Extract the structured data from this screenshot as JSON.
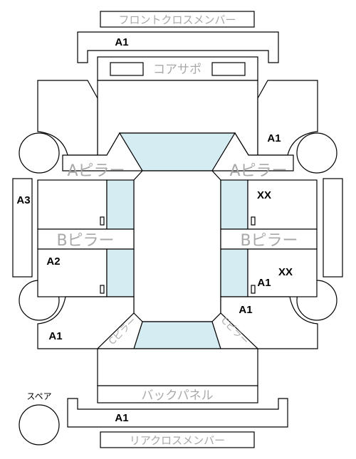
{
  "labels": {
    "front_cross_member": "フロントクロスメンバー",
    "core_support": "コアサポ",
    "a_pillar_left": "Aピラー",
    "a_pillar_right": "Aピラー",
    "b_pillar_left": "Bピラー",
    "b_pillar_right": "Bピラー",
    "c_pillar_left": "Cピラー",
    "c_pillar_right": "Cピラー",
    "back_panel": "バックパネル",
    "rear_cross_member": "リアクロスメンバー",
    "spare": "スペア"
  },
  "codes": {
    "front_cross_member": "A1",
    "right_front_fender": "A1",
    "left_side_sill": "A3",
    "right_front_door": "XX",
    "left_rear_door": "A2",
    "right_rear_door_code": "XX",
    "right_rear_door_code2": "A1",
    "right_rear_quarter": "A1",
    "left_rear_quarter": "A1",
    "rear_cross_member": "A1"
  },
  "colors": {
    "glass": "#d6ecf3",
    "label_gray": "#a8a8a8",
    "line": "#000000"
  }
}
